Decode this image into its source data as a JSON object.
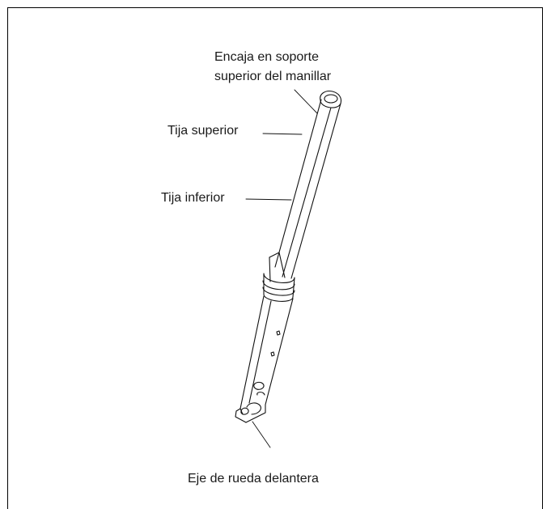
{
  "labels": {
    "top_line1": "Encaja en soporte",
    "top_line2": "superior del manillar",
    "upper_tube": "Tija superior",
    "lower_tube": "Tija inferior",
    "axle": "Eje de rueda delantera"
  }
}
